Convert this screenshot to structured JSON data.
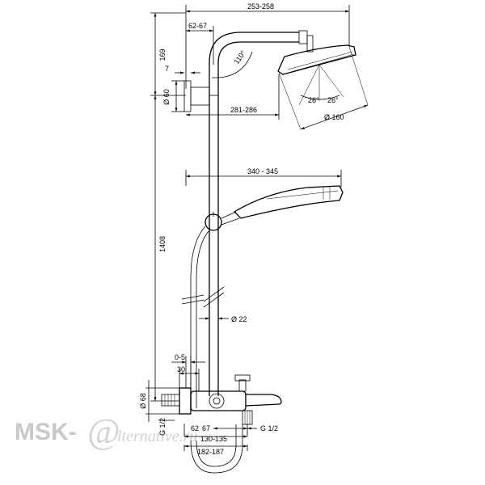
{
  "dimensions": {
    "width_top": "253-258",
    "offset_top": "62-67",
    "height_top": "169",
    "angle": "110°",
    "wall_depth": "7",
    "bracket_diameter": "Ø 60",
    "rail_to_head": "281-286",
    "head_angle_left": "26°",
    "head_angle_right": "26°",
    "head_diameter": "Ø 160",
    "rail_to_handshower": "340 - 345",
    "total_height": "1408",
    "pipe_diameter": "Ø 22",
    "mixer_offset": "0-5",
    "mixer_depth": "30",
    "mixer_diameter": "Ø 68",
    "inlet_left": "G 1/2",
    "inlet_right": "G 1/2",
    "mixer_center_a": "62",
    "mixer_center_b": "67",
    "spout_min_max": "130-135",
    "spout_total": "182-187"
  },
  "watermark": {
    "brand": "MSK-",
    "at": "@",
    "site": "lternative.ru"
  }
}
